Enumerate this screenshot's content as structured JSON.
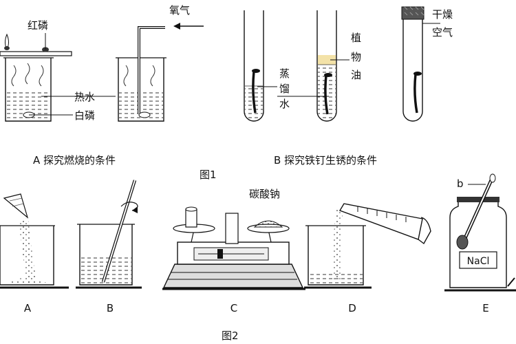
{
  "figure1": {
    "caption": "图1",
    "partA": {
      "caption": "A  探究燃烧的条件",
      "labels": {
        "red_phosphorus": "红磷",
        "oxygen": "氧气",
        "hot_water": "热水",
        "white_phosphorus": "白磷"
      }
    },
    "partB": {
      "caption": "B  探究铁钉生锈的条件",
      "labels": {
        "distilled_water": [
          "蒸",
          "馏",
          "水"
        ],
        "vegetable_oil": [
          "植",
          "物",
          "油"
        ],
        "dry_air": [
          "干燥",
          "空气"
        ]
      }
    }
  },
  "figure2": {
    "caption": "图2",
    "panel_letters": [
      "A",
      "B",
      "C",
      "D",
      "E"
    ],
    "labels": {
      "sodium_carbonate": "碳酸钠",
      "nacl": "NaCl",
      "b": "b"
    }
  }
}
